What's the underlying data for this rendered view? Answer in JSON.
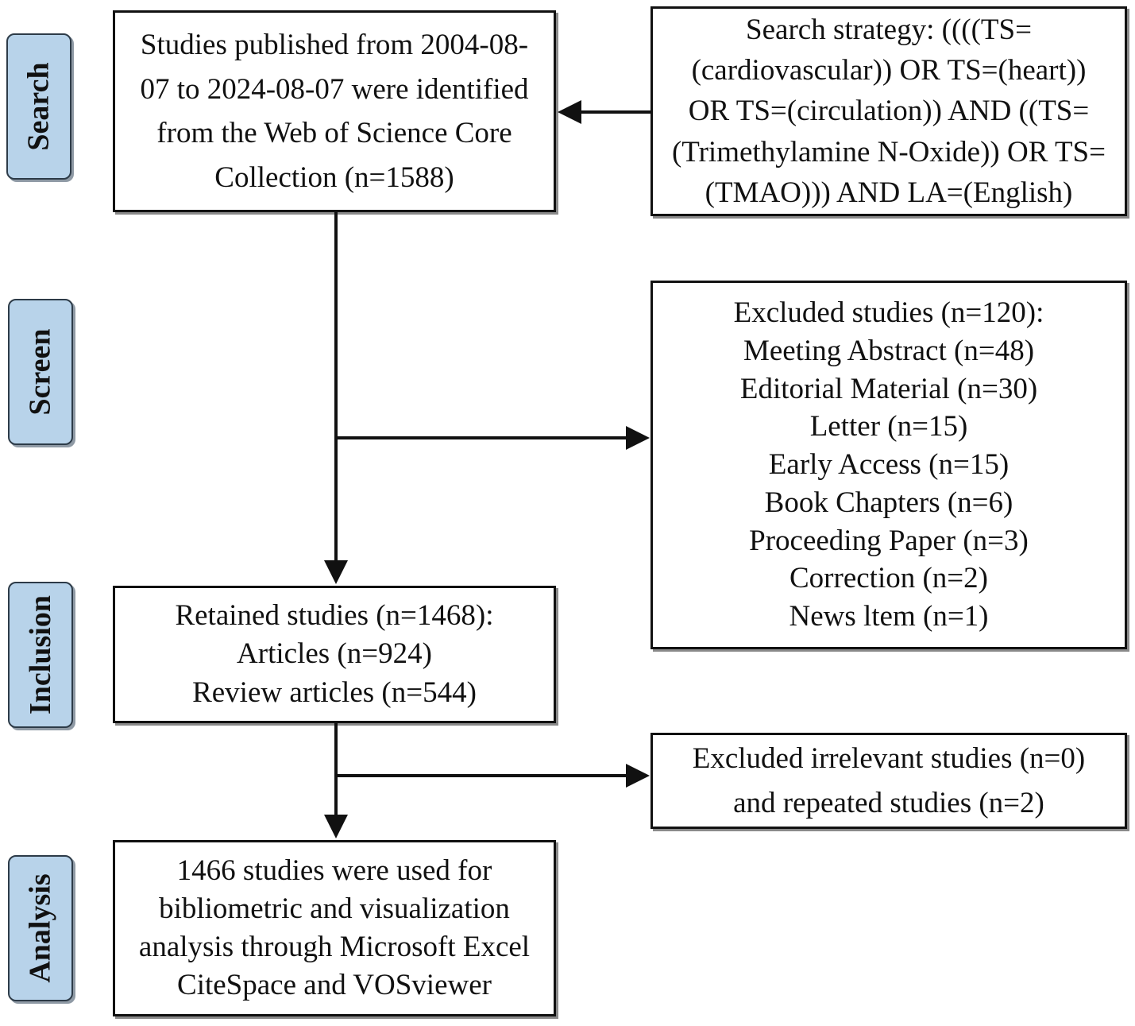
{
  "stages": {
    "search": "Search",
    "screen": "Screen",
    "inclusion": "Inclusion",
    "analysis": "Analysis"
  },
  "boxes": {
    "identified": [
      "Studies published from 2004-08-",
      "07 to 2024-08-07 were identified",
      "from the Web of Science Core",
      "Collection (n=1588)"
    ],
    "search_strategy": [
      "Search strategy: ((((TS=",
      "(cardiovascular)) OR TS=(heart))",
      "OR TS=(circulation)) AND ((TS=",
      "(Trimethylamine N-Oxide)) OR TS=",
      "(TMAO))) AND LA=(English)"
    ],
    "excluded": [
      "Excluded studies (n=120):",
      "Meeting Abstract (n=48)",
      "Editorial Material (n=30)",
      "Letter (n=15)",
      "Early Access (n=15)",
      "Book Chapters (n=6)",
      "Proceeding Paper (n=3)",
      "Correction (n=2)",
      "News ltem (n=1)"
    ],
    "retained": [
      "Retained studies (n=1468):",
      "Articles (n=924)",
      "Review articles (n=544)"
    ],
    "excluded_irrelevant": [
      "Excluded irrelevant studies (n=0)",
      "and repeated studies (n=2)"
    ],
    "analysis": [
      "1466 studies were used for",
      "bibliometric and visualization",
      "analysis through Microsoft Excel",
      "CiteSpace and VOSviewer"
    ]
  }
}
